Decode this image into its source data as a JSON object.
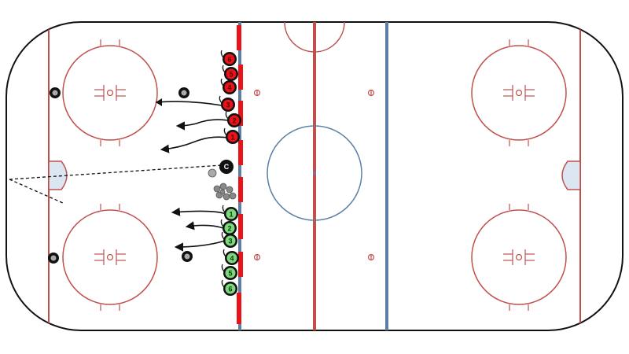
{
  "diagram": {
    "type": "hockey-drill",
    "colors": {
      "line_red": "#c0504d",
      "line_blue": "#5b7fa6",
      "board": "#111111",
      "team_red": "#e8141a",
      "team_green": "#7ed87e",
      "crease": "#dce6f2"
    },
    "coach_label": "C",
    "red_players": [
      "6",
      "5",
      "4",
      "3",
      "2",
      "1"
    ],
    "green_players": [
      "1",
      "2",
      "3",
      "4",
      "5",
      "6"
    ],
    "puck_icon": "puck-icon",
    "cone_icon": "cone-icon"
  }
}
